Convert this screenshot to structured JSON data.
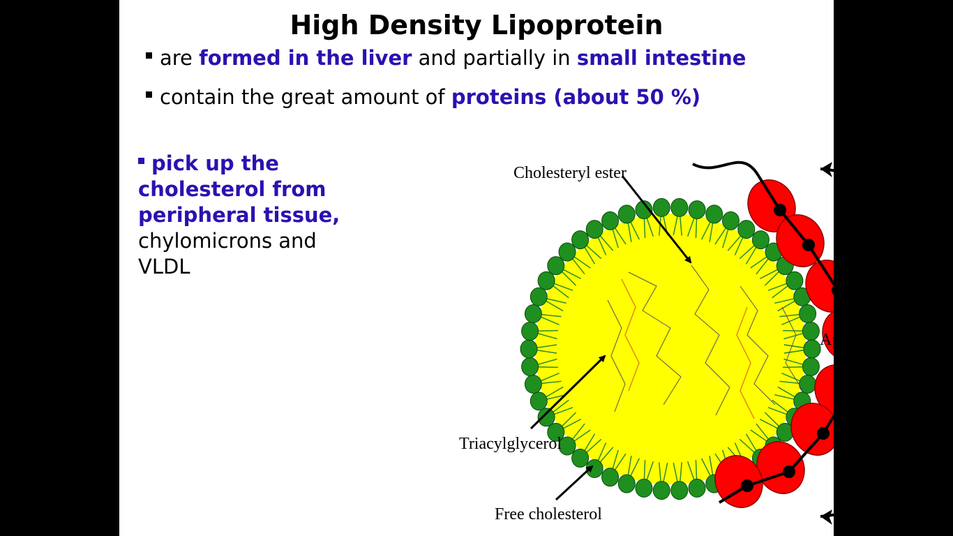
{
  "slide": {
    "title": "High Density Lipoprotein",
    "bullet1": {
      "t1": "are ",
      "h1": "formed in the liver",
      "t2": " and partially in ",
      "h2": "small intestine"
    },
    "bullet2": {
      "t1": "contain the great amount of ",
      "h1": "proteins (about 50 %)"
    },
    "bullet3": {
      "h1": "pick up the cholesterol from peripheral tissue,",
      "t1": " chylomicrons and VLDL"
    }
  },
  "diagram": {
    "labels": {
      "cholesteryl_ester": "Cholesteryl ester",
      "triacylglycerol": "Triacylglycerol",
      "free_cholesterol": "Free cholesterol",
      "apoa1": "ApoA-I"
    },
    "colors": {
      "core": "#ffff00",
      "phospholipid_head": "#1f8f1f",
      "apolipoprotein": "#ff0000",
      "highlight_text": "#2a12b0"
    }
  }
}
